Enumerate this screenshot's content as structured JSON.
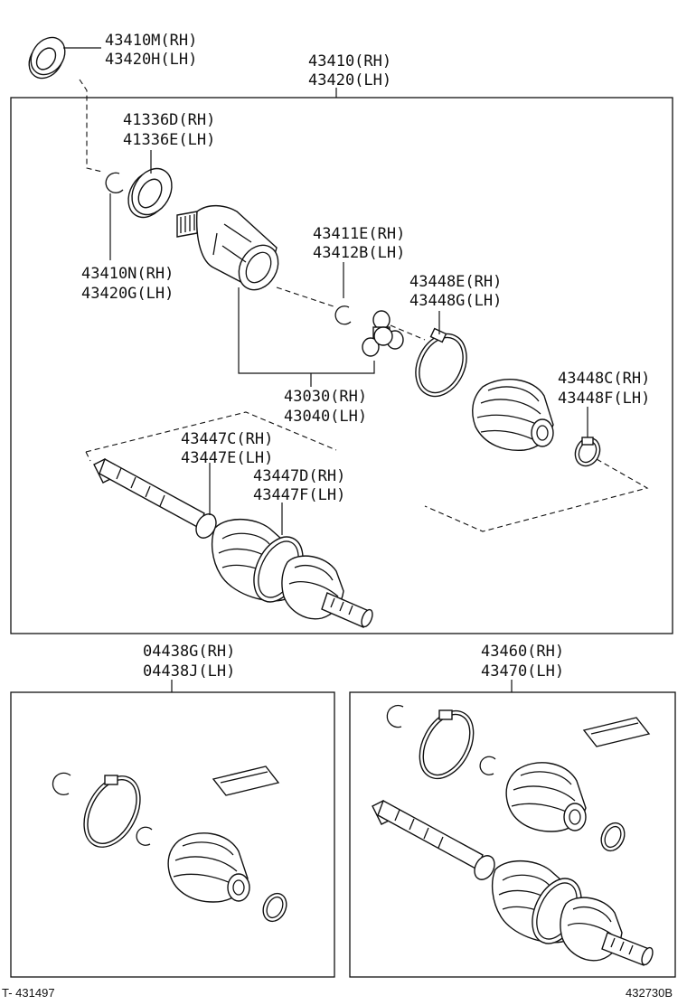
{
  "groups": {
    "main_assembly": {
      "rh": "43410(RH)",
      "lh": "43420(LH)"
    },
    "kit_boot_inner": {
      "rh": "04438G(RH)",
      "lh": "04438J(LH)"
    },
    "shaft_assembly_outboard": {
      "rh": "43460(RH)",
      "lh": "43470(LH)"
    }
  },
  "parts": {
    "oil_seal": {
      "rh": "43410M(RH)",
      "lh": "43420H(LH)"
    },
    "bearing": {
      "rh": "41336D(RH)",
      "lh": "41336E(LH)"
    },
    "snap_ring_outer": {
      "rh": "43410N(RH)",
      "lh": "43420G(LH)"
    },
    "snap_ring_tripod": {
      "rh": "43411E(RH)",
      "lh": "43412B(LH)"
    },
    "boot_clamp_large": {
      "rh": "43448E(RH)",
      "lh": "43448G(LH)"
    },
    "inboard_joint": {
      "rh": "43030(RH)",
      "lh": "43040(LH)"
    },
    "boot_clamp_small": {
      "rh": "43448C(RH)",
      "lh": "43448F(LH)"
    },
    "outboard_clamp_small": {
      "rh": "43447C(RH)",
      "lh": "43447E(LH)"
    },
    "outboard_clamp_large": {
      "rh": "43447D(RH)",
      "lh": "43447F(LH)"
    }
  },
  "footer": {
    "left_code": "T- 431497",
    "right_code": "432730B"
  }
}
